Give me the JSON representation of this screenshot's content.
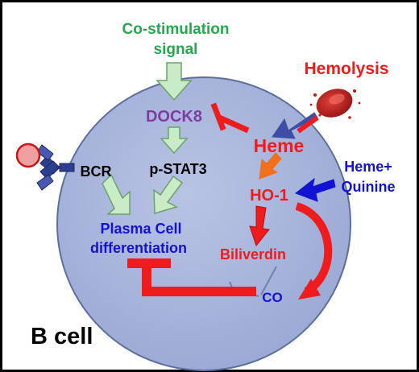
{
  "labels": {
    "costim_line1": "Co-stimulation",
    "costim_line2": "signal",
    "hemolysis": "Hemolysis",
    "dock8": "DOCK8",
    "heme": "Heme",
    "bcr": "BCR",
    "pstat3": "p-STAT3",
    "heme_quinine_line1": "Heme+",
    "heme_quinine_line2": "Quinine",
    "ho1": "HO-1",
    "plasma_line1": "Plasma Cell",
    "plasma_line2": "differentiation",
    "biliverdin": "Biliverdin",
    "co": "CO",
    "bcell": "B cell"
  },
  "colors": {
    "cell_fill": "#aab6dc",
    "cell_stroke": "#5c6f9c",
    "green_text": "#27a84f",
    "green_arrow_fill": "#c9ebc5",
    "green_arrow_stroke": "#6aa36a",
    "purple": "#7b3fa0",
    "red": "#ee1c1c",
    "blue": "#1212d2",
    "navy": "#3d4ea6",
    "gray": "#6e82a9",
    "black": "#000000"
  },
  "icons": {
    "receptor": "antibody-receptor-icon",
    "rbc": "red-blood-cell-icon"
  }
}
